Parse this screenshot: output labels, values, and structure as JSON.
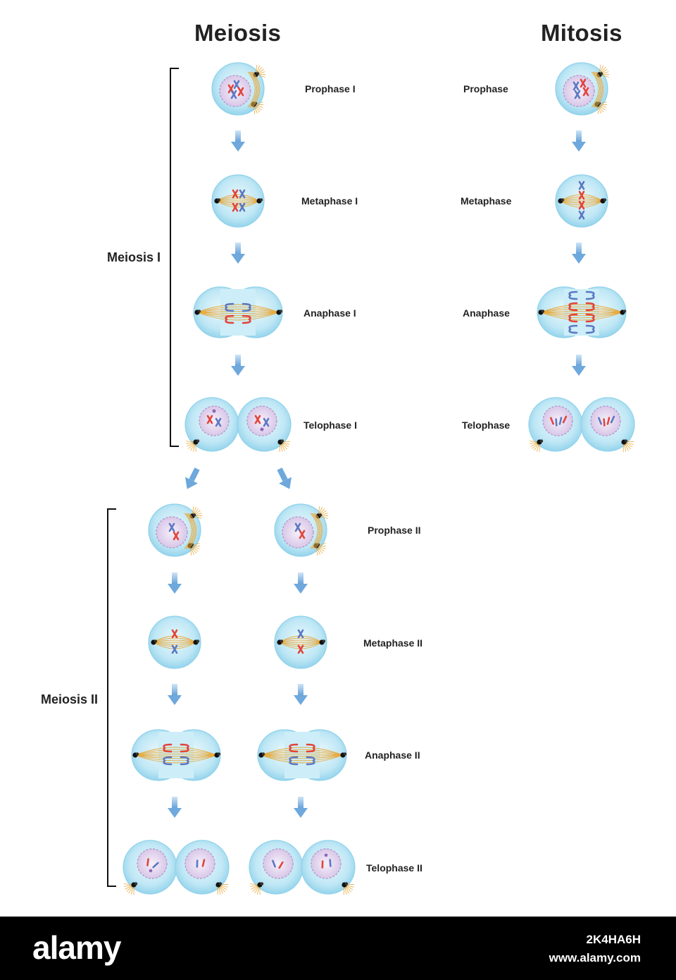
{
  "titles": {
    "meiosis": "Meiosis",
    "mitosis": "Mitosis"
  },
  "groups": {
    "meiosis_1": "Meiosis I",
    "meiosis_2": "Meiosis II"
  },
  "meiosis_1_stages": [
    "Prophase I",
    "Metaphase I",
    "Anaphase I",
    "Telophase I"
  ],
  "mitosis_stages": [
    "Prophase",
    "Metaphase",
    "Anaphase",
    "Telophase"
  ],
  "meiosis_2_stages": [
    "Prophase II",
    "Metaphase II",
    "Anaphase II",
    "Telophase II"
  ],
  "watermark": {
    "logo": "alamy",
    "image_id": "2K4HA6H",
    "url": "www.alamy.com"
  },
  "colors": {
    "cell_fill": "#cdeef8",
    "cell_edge": "#8fd2ea",
    "nucleus": "#e2d3ee",
    "nucleus_edge": "#b093c8",
    "chromosome_red": "#e2443b",
    "chromosome_blue": "#5b78c3",
    "spindle": "#e8a93a",
    "arrow": "#6ea8dc",
    "text": "#222222"
  }
}
